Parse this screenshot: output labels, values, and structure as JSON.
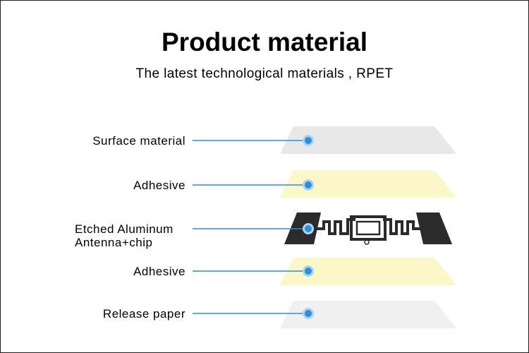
{
  "header": {
    "title": "Product material",
    "subtitle": "The latest technological materials , RPET"
  },
  "layers": [
    {
      "label": "Surface material",
      "fill": "#e8e8e8"
    },
    {
      "label": "Adhesive",
      "fill": "#fbf7c9"
    },
    {
      "label_line1": "Etched Aluminum",
      "label_line2": "Antenna+chip",
      "fill": "#2b2b2b"
    },
    {
      "label": "Adhesive",
      "fill": "#fbf7c9"
    },
    {
      "label": "Release paper",
      "fill": "#f0f0f0"
    }
  ],
  "colors": {
    "leader_line": "#2d8fd6",
    "dot": "#2d8fd6",
    "dot_halo": "#a9d3f5",
    "antenna": "#2b2b2b"
  }
}
